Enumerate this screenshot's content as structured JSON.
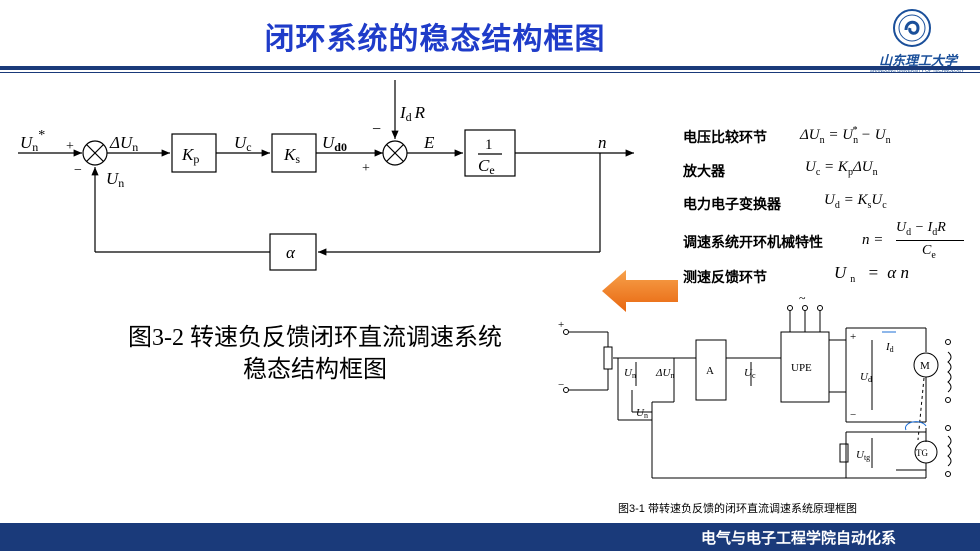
{
  "slide": {
    "title": "闭环系统的稳态结构框图",
    "footer": "电气与电子工程学院自动化系",
    "logo_text": "山东理工大学",
    "logo_sub": "SHANDONG UNIVERSITY OF TECHNOLOGY"
  },
  "block_diagram": {
    "input": "U",
    "input_sub": "n",
    "input_sup": "*",
    "plus1": "+",
    "minus1": "−",
    "delta": "ΔU",
    "delta_sub": "n",
    "fb_signal": "U",
    "fb_signal_sub": "n",
    "kp_main": "K",
    "kp_sub": "p",
    "uc_main": "U",
    "uc_sub": "c",
    "ks_main": "K",
    "ks_sub": "s",
    "ud_main": "U",
    "ud_sub": "d0",
    "disturbance_main": "I",
    "disturbance_sub": "d",
    "disturbance_r": "R",
    "minus2": "−",
    "plus2": "+",
    "e_label": "E",
    "ce_num": "1",
    "ce_den_main": "C",
    "ce_den_sub": "e",
    "output": "n",
    "alpha": "α"
  },
  "equations": [
    {
      "label": "电压比较环节",
      "formula": "ΔU_n = U*_n − U_n"
    },
    {
      "label": "放大器",
      "formula": "U_c = K_pΔU_n"
    },
    {
      "label": "电力电子变换器",
      "formula": "U_d = K_sU_c"
    },
    {
      "label": "调速系统开环机械特性",
      "formula": "n = (U_d − I_dR) / C_e"
    },
    {
      "label": "测速反馈环节",
      "formula": "U_n = α n"
    }
  ],
  "eq_parts": {
    "e1": {
      "a": "ΔU",
      "as": "n",
      "eq": "=",
      "b": "U",
      "bs": "n",
      "bsup": "*",
      "m": "−",
      "c": "U",
      "cs": "n"
    },
    "e2": {
      "a": "U",
      "as": "c",
      "eq": "=",
      "b": "K",
      "bs": "p",
      "c": "ΔU",
      "cs": "n"
    },
    "e3": {
      "a": "U",
      "as": "d",
      "eq": "=",
      "b": "K",
      "bs": "s",
      "c": "U",
      "cs": "c"
    },
    "e4": {
      "a": "n",
      "eq": "=",
      "num_a": "U",
      "num_as": "d",
      "num_m": "−",
      "num_b": "I",
      "num_bs": "d",
      "num_c": "R",
      "den": "C",
      "den_s": "e"
    },
    "e5": {
      "a": "U",
      "as": "n",
      "eq": "=",
      "b": "α n"
    }
  },
  "caption_main": {
    "line1": "图3-2  转速负反馈闭环直流调速系统",
    "line2": "稳态结构框图"
  },
  "schematic": {
    "plus_in": "+",
    "minus_in": "−",
    "box_a": "A",
    "box_upe": "UPE",
    "un_star": "U",
    "un_star_sub": "n",
    "delta_un": "ΔU",
    "delta_un_sub": "n",
    "uc": "U",
    "uc_sub": "c",
    "ud": "U",
    "ud_sub": "d",
    "id": "I",
    "id_sub": "d",
    "un": "U",
    "un_sub": "n",
    "utg": "U",
    "utg_sub": "tg",
    "motor": "M",
    "tacho": "TG",
    "plus_mark": "+",
    "minus_mark": "−",
    "tilde": "~"
  },
  "caption_small": "图3-1 带转速负反馈的闭环直流调速系统原理框图",
  "colors": {
    "title": "#1f3cc9",
    "bar": "#1a3a7a",
    "arrow": "#f0781e"
  }
}
